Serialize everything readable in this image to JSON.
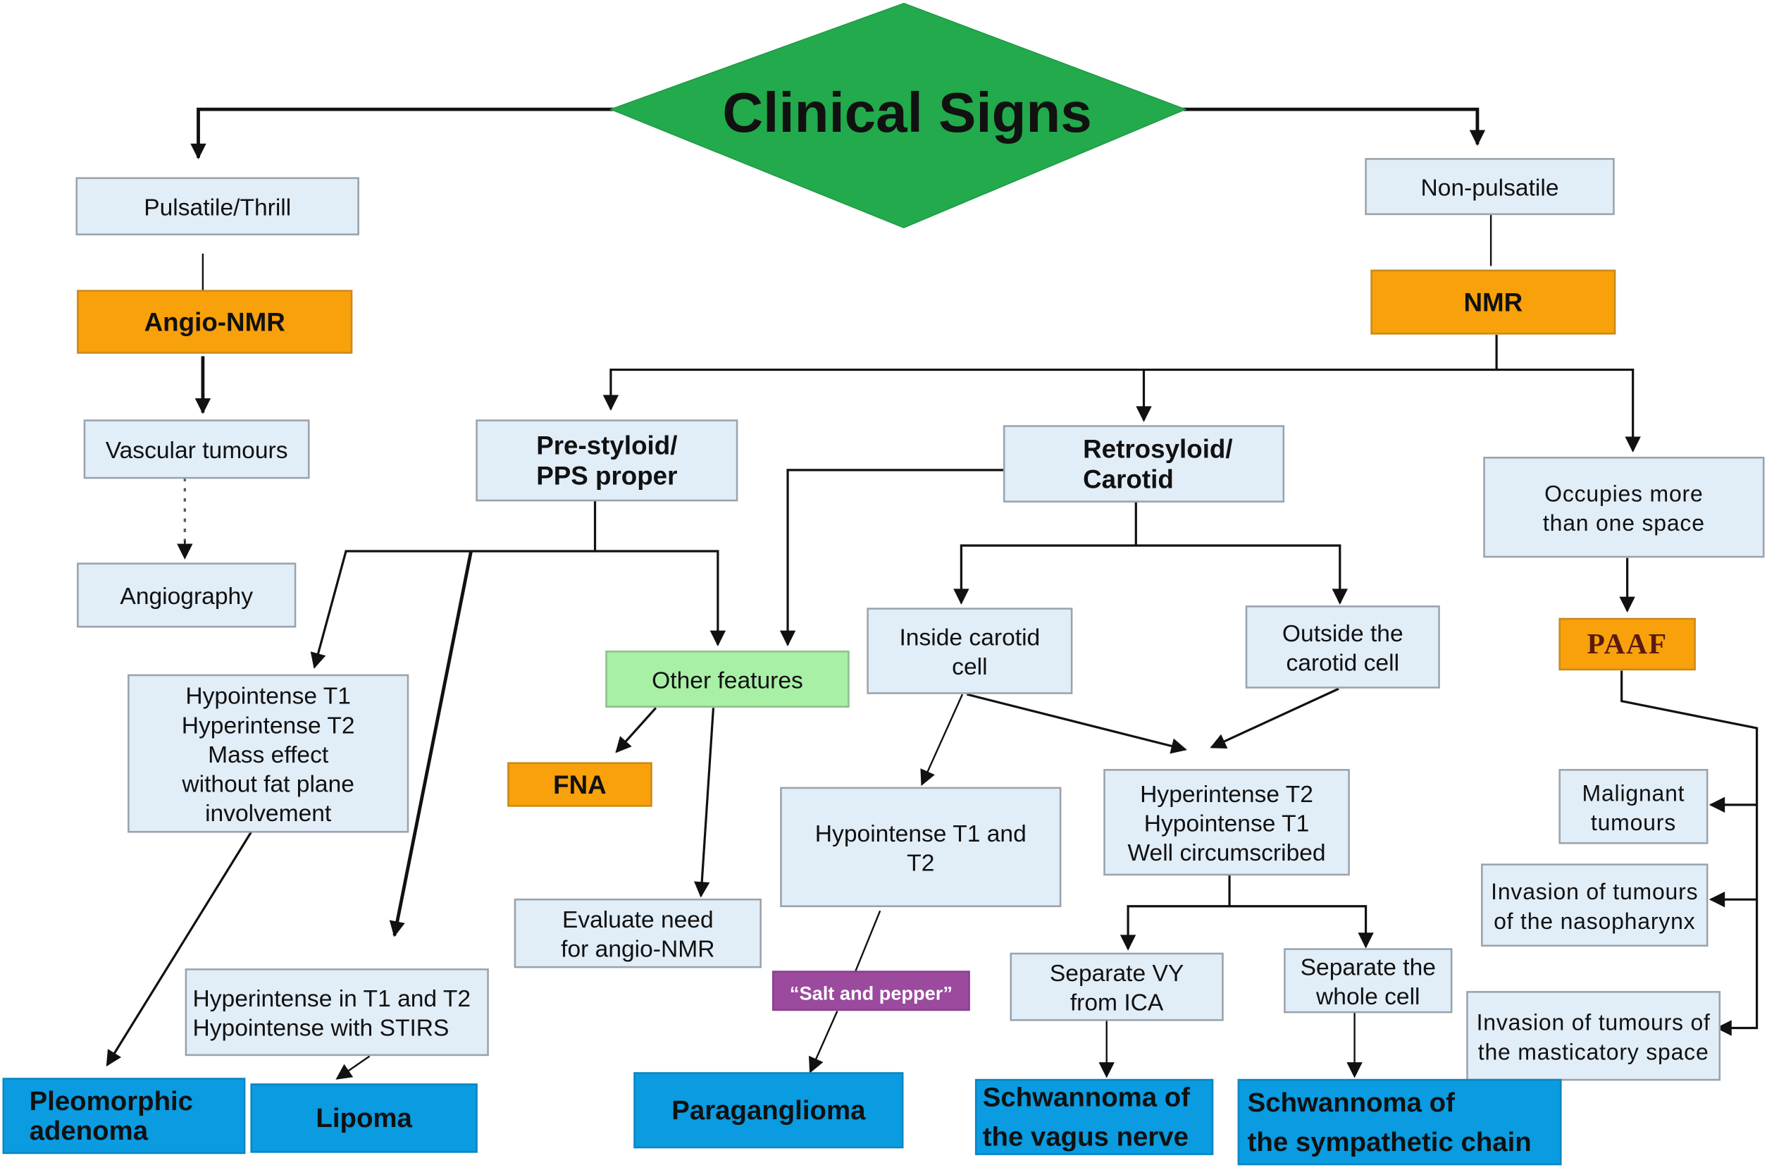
{
  "title": "Clinical Signs",
  "colors": {
    "diamond": "#22aa4c",
    "light_box": "#e1edf7",
    "orange": "#f8a10a",
    "green_box": "#a8f0a6",
    "blue_outcome": "#0a9be0",
    "purple_tag": "#9b4a9e"
  },
  "nodes": {
    "pulsatile": {
      "lines": [
        "Pulsatile/Thrill"
      ]
    },
    "angio_nmr": {
      "lines": [
        "Angio-NMR"
      ]
    },
    "vascular_tumours": {
      "lines": [
        "Vascular tumours"
      ]
    },
    "angiography": {
      "lines": [
        "Angiography"
      ]
    },
    "non_pulsatile": {
      "lines": [
        "Non-pulsatile"
      ]
    },
    "nmr": {
      "lines": [
        "NMR"
      ]
    },
    "pre_styloid": {
      "lines": [
        "Pre-styloid/",
        "PPS proper"
      ]
    },
    "retrostyloid": {
      "lines": [
        "Retrosyloid/",
        "Carotid"
      ]
    },
    "occupies_more": {
      "lines": [
        "Occupies more",
        "than one space"
      ]
    },
    "hypo_t1_hyper_t2": {
      "lines": [
        "Hypointense T1",
        "Hyperintense T2",
        "Mass effect",
        "without fat plane",
        "involvement"
      ]
    },
    "other_features": {
      "lines": [
        "Other features"
      ]
    },
    "fna": {
      "lines": [
        "FNA"
      ]
    },
    "evaluate_need": {
      "lines": [
        "Evaluate need",
        "for angio-NMR"
      ]
    },
    "hyper_t1_t2": {
      "lines": [
        "Hyperintense in T1 and T2",
        "Hypointense with STIRS"
      ]
    },
    "inside_carotid": {
      "lines": [
        "Inside carotid",
        "cell"
      ]
    },
    "outside_carotid": {
      "lines": [
        "Outside the",
        "carotid cell"
      ]
    },
    "hypo_t1_and_t2": {
      "lines": [
        "Hypointense T1 and",
        "T2"
      ]
    },
    "salt_pepper": {
      "lines": [
        "“Salt and pepper”"
      ]
    },
    "hyper_t2_hypo_t1": {
      "lines": [
        "Hyperintense T2",
        "Hypointense T1",
        "Well circumscribed"
      ]
    },
    "separate_vy": {
      "lines": [
        "Separate VY",
        "from ICA"
      ]
    },
    "separate_whole": {
      "lines": [
        "Separate the",
        "whole cell"
      ]
    },
    "paaf": {
      "lines": [
        "PAAF"
      ]
    },
    "malignant": {
      "lines": [
        "Malignant",
        "tumours"
      ]
    },
    "invasion_naso": {
      "lines": [
        "Invasion of tumours",
        "of the nasopharynx"
      ]
    },
    "invasion_mast": {
      "lines": [
        "Invasion of tumours of",
        "the masticatory space"
      ]
    },
    "pleomorphic": {
      "lines": [
        "Pleomorphic",
        "adenoma"
      ]
    },
    "lipoma": {
      "lines": [
        "Lipoma"
      ]
    },
    "paraganglioma": {
      "lines": [
        "Paraganglioma"
      ]
    },
    "schwannoma_vagus": {
      "lines": [
        "Schwannoma of",
        "the vagus nerve"
      ]
    },
    "schwannoma_symp": {
      "lines": [
        "Schwannoma of",
        "the sympathetic chain"
      ]
    }
  },
  "edges": [
    {
      "from": "clinical_signs",
      "to": "pulsatile"
    },
    {
      "from": "clinical_signs",
      "to": "non_pulsatile"
    },
    {
      "from": "pulsatile",
      "to": "angio_nmr"
    },
    {
      "from": "angio_nmr",
      "to": "vascular_tumours"
    },
    {
      "from": "vascular_tumours",
      "to": "angiography"
    },
    {
      "from": "non_pulsatile",
      "to": "nmr"
    },
    {
      "from": "nmr",
      "to": "pre_styloid"
    },
    {
      "from": "nmr",
      "to": "retrostyloid"
    },
    {
      "from": "nmr",
      "to": "occupies_more"
    },
    {
      "from": "pre_styloid",
      "to": "hypo_t1_hyper_t2"
    },
    {
      "from": "pre_styloid",
      "to": "hyper_t1_t2"
    },
    {
      "from": "pre_styloid",
      "to": "other_features"
    },
    {
      "from": "retrostyloid",
      "to": "other_features"
    },
    {
      "from": "retrostyloid",
      "to": "inside_carotid"
    },
    {
      "from": "retrostyloid",
      "to": "outside_carotid"
    },
    {
      "from": "other_features",
      "to": "fna"
    },
    {
      "from": "other_features",
      "to": "evaluate_need"
    },
    {
      "from": "hypo_t1_hyper_t2",
      "to": "pleomorphic"
    },
    {
      "from": "hyper_t1_t2",
      "to": "lipoma"
    },
    {
      "from": "inside_carotid",
      "to": "hypo_t1_and_t2"
    },
    {
      "from": "inside_carotid",
      "to": "hyper_t2_hypo_t1"
    },
    {
      "from": "outside_carotid",
      "to": "hyper_t2_hypo_t1"
    },
    {
      "from": "hypo_t1_and_t2",
      "to": "paraganglioma",
      "via": "salt_pepper"
    },
    {
      "from": "hyper_t2_hypo_t1",
      "to": "separate_vy"
    },
    {
      "from": "hyper_t2_hypo_t1",
      "to": "separate_whole"
    },
    {
      "from": "separate_vy",
      "to": "schwannoma_vagus"
    },
    {
      "from": "separate_whole",
      "to": "schwannoma_symp"
    },
    {
      "from": "occupies_more",
      "to": "paaf"
    },
    {
      "from": "paaf",
      "to": "malignant"
    },
    {
      "from": "paaf",
      "to": "invasion_naso"
    },
    {
      "from": "paaf",
      "to": "invasion_mast"
    }
  ]
}
